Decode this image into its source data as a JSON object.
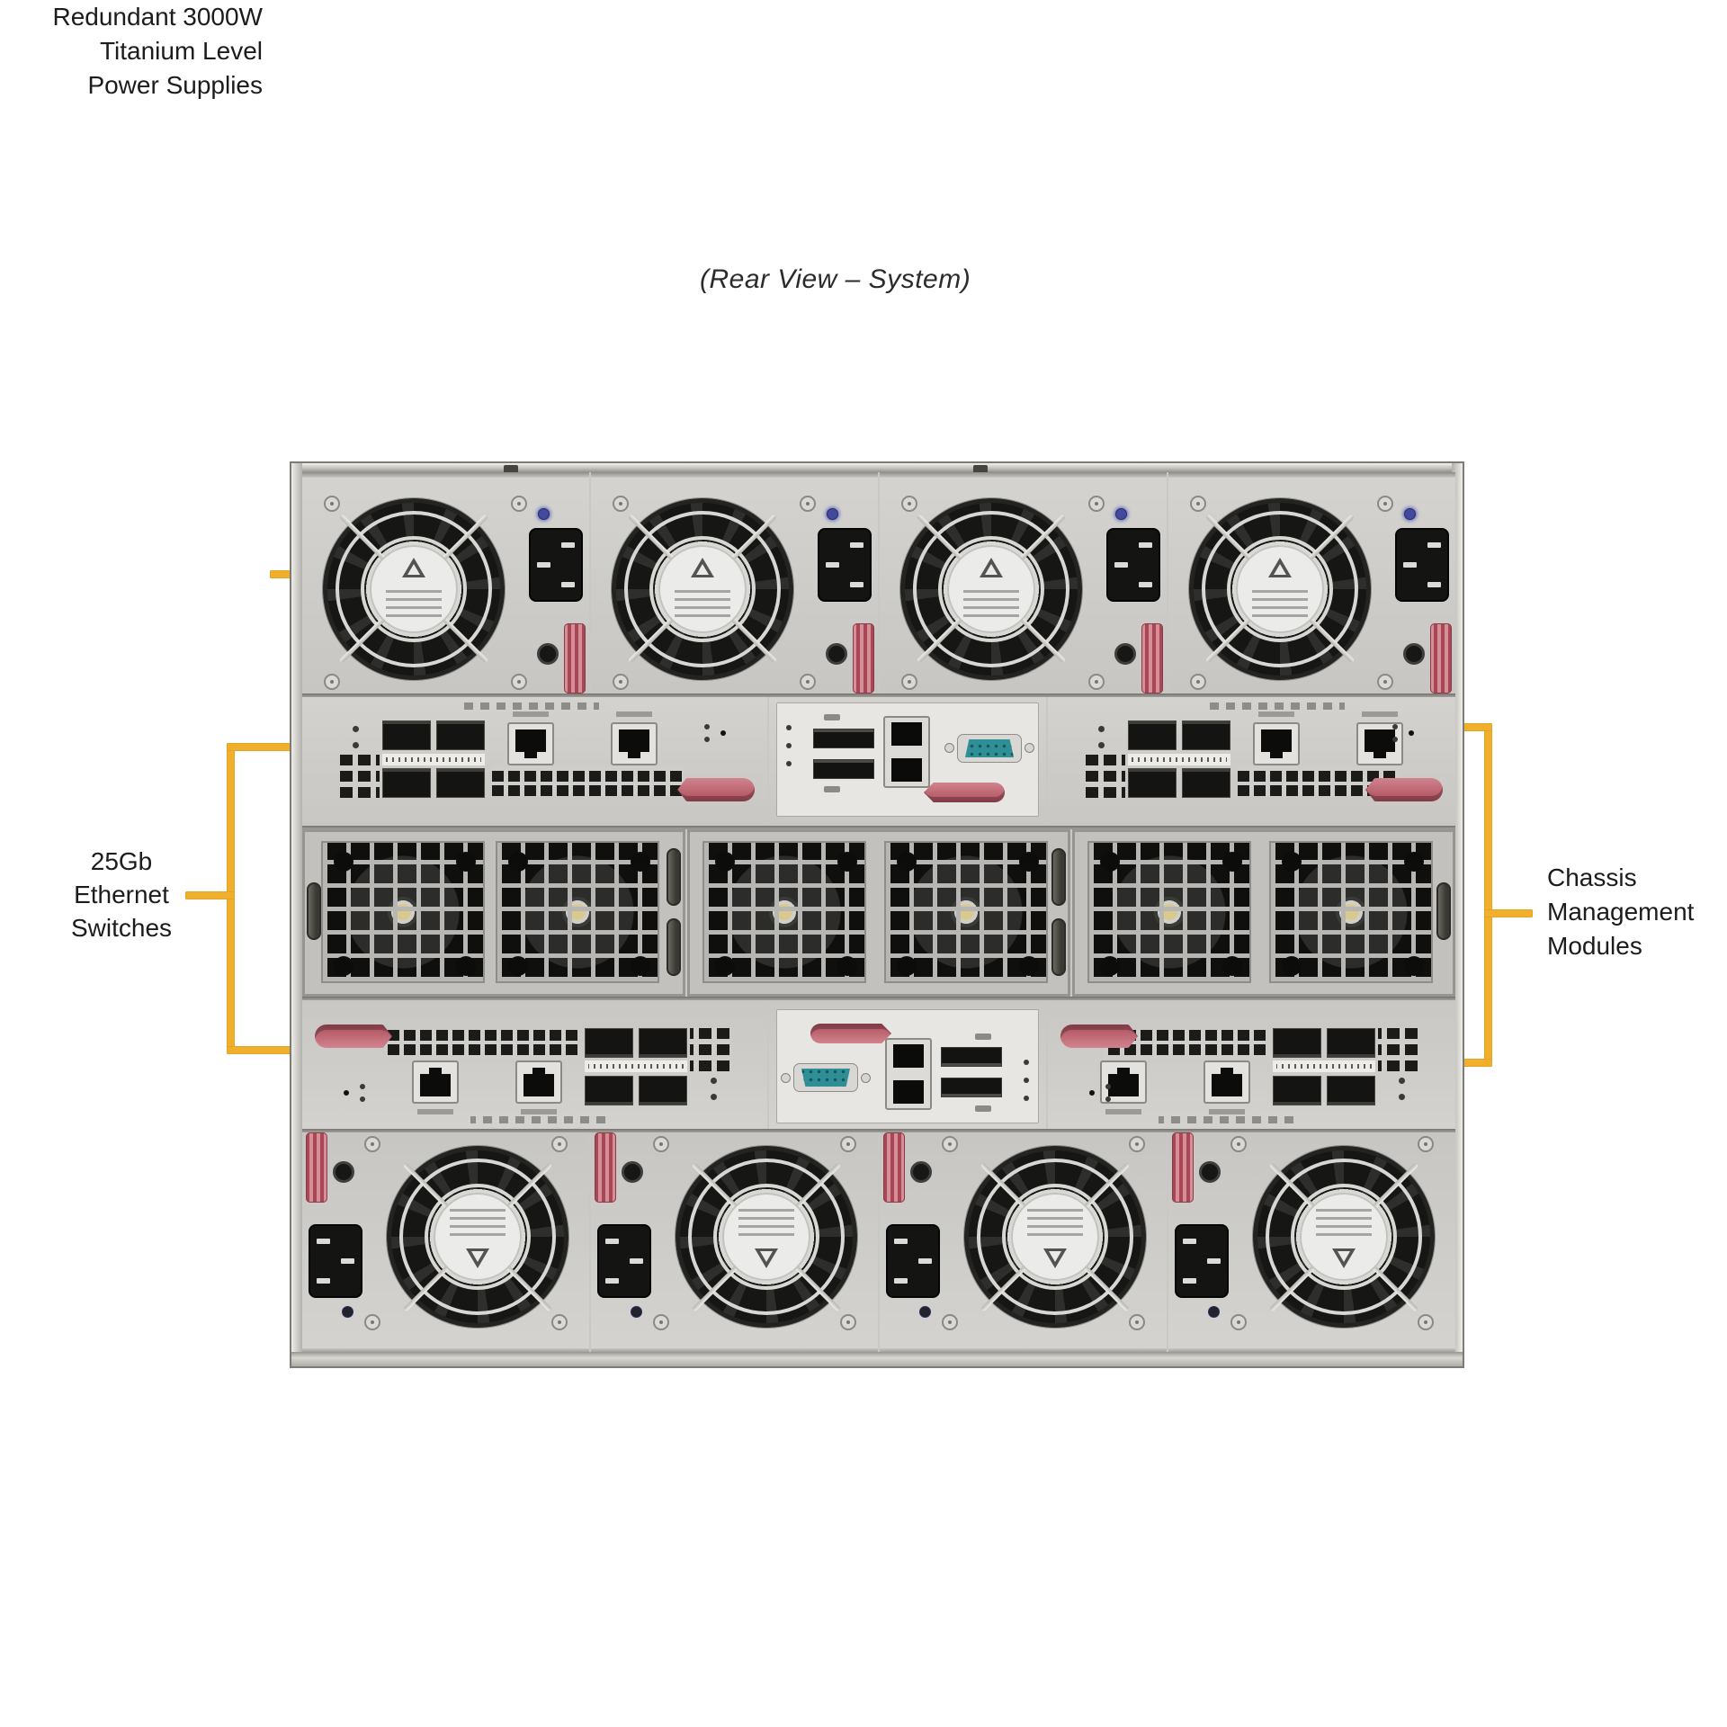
{
  "title": "(Rear View – System)",
  "callouts": {
    "psu": {
      "lines": [
        "Redundant 3000W",
        "Titanium Level",
        "Power Supplies"
      ]
    },
    "ethernet": {
      "lines": [
        "25Gb",
        "Ethernet",
        "Switches"
      ]
    },
    "cmm": {
      "lines": [
        "Chassis",
        "Management",
        "Modules"
      ]
    }
  },
  "colors": {
    "callout_accent": "#F0B02E",
    "chassis_body": "#C9C8C5",
    "handle_red": "#AE4F5D",
    "serial_teal": "#2F8F96",
    "fan_black": "#161614"
  }
}
